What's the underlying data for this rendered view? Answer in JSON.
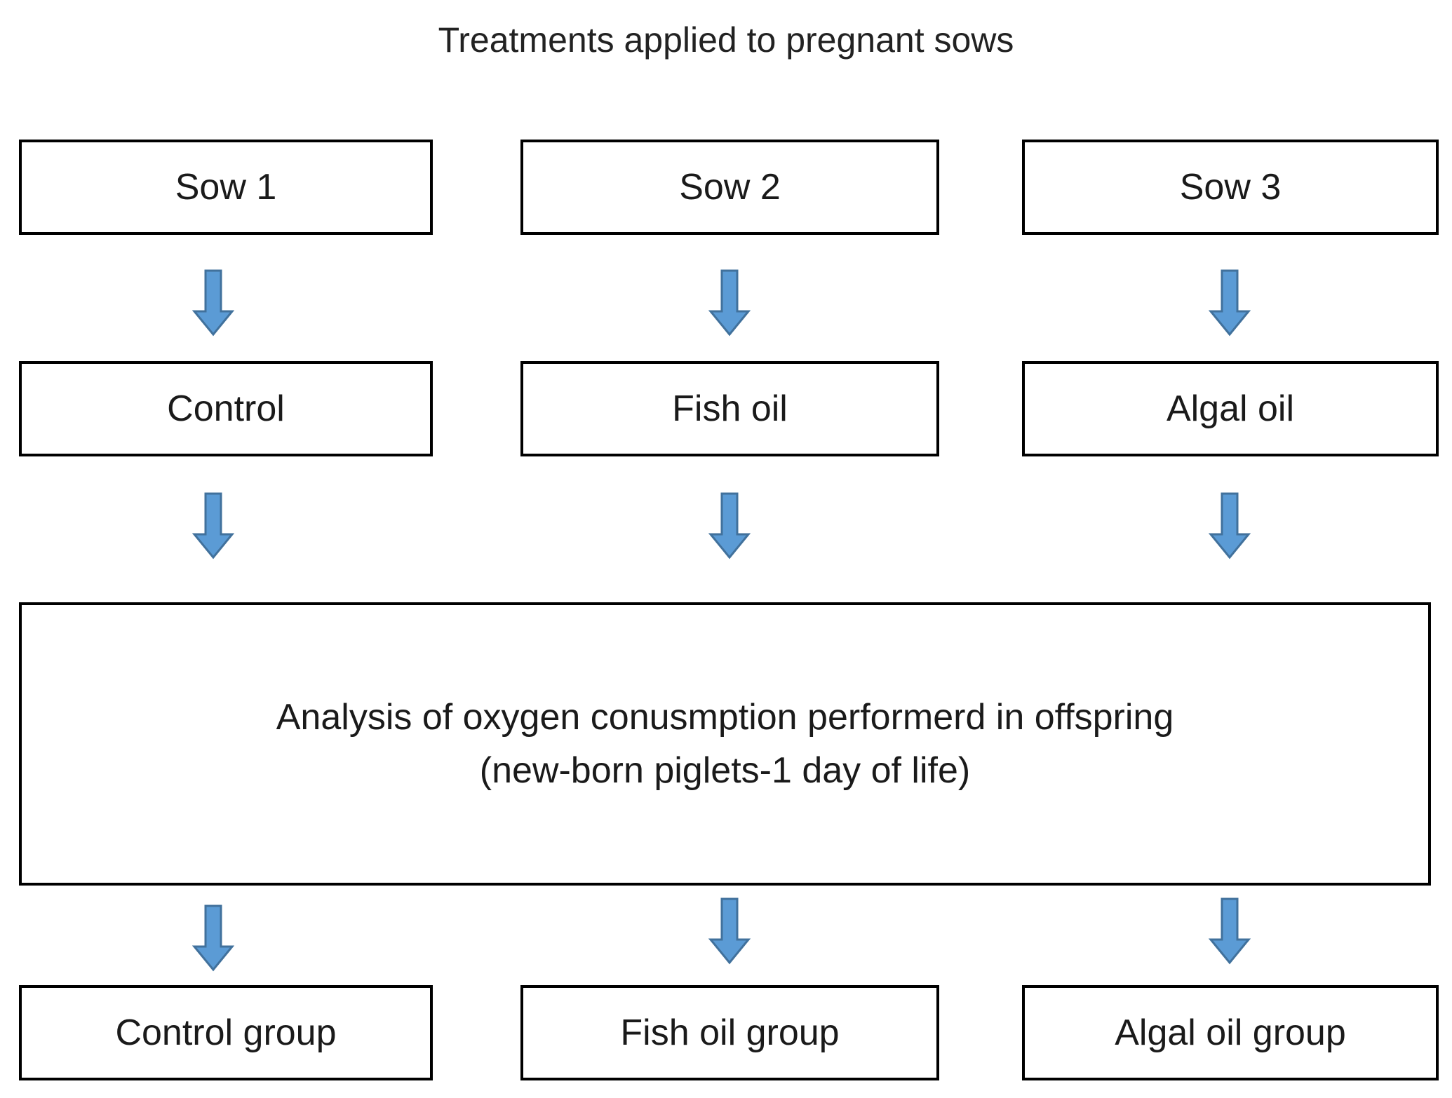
{
  "title": "Treatments  applied to pregnant  sows",
  "sows": [
    "Sow 1",
    "Sow 2",
    "Sow 3"
  ],
  "treatments": [
    "Control",
    "Fish oil",
    "Algal oil"
  ],
  "analysis": {
    "line1": "Analysis of oxygen conusmption performerd  in offspring",
    "line2": "(new-born  piglets-1 day of life)"
  },
  "groups": [
    "Control group",
    "Fish oil group",
    "Algal oil group"
  ],
  "colors": {
    "arrow_fill": "#5b9bd5",
    "arrow_stroke": "#41719c",
    "box_border": "#000000"
  }
}
